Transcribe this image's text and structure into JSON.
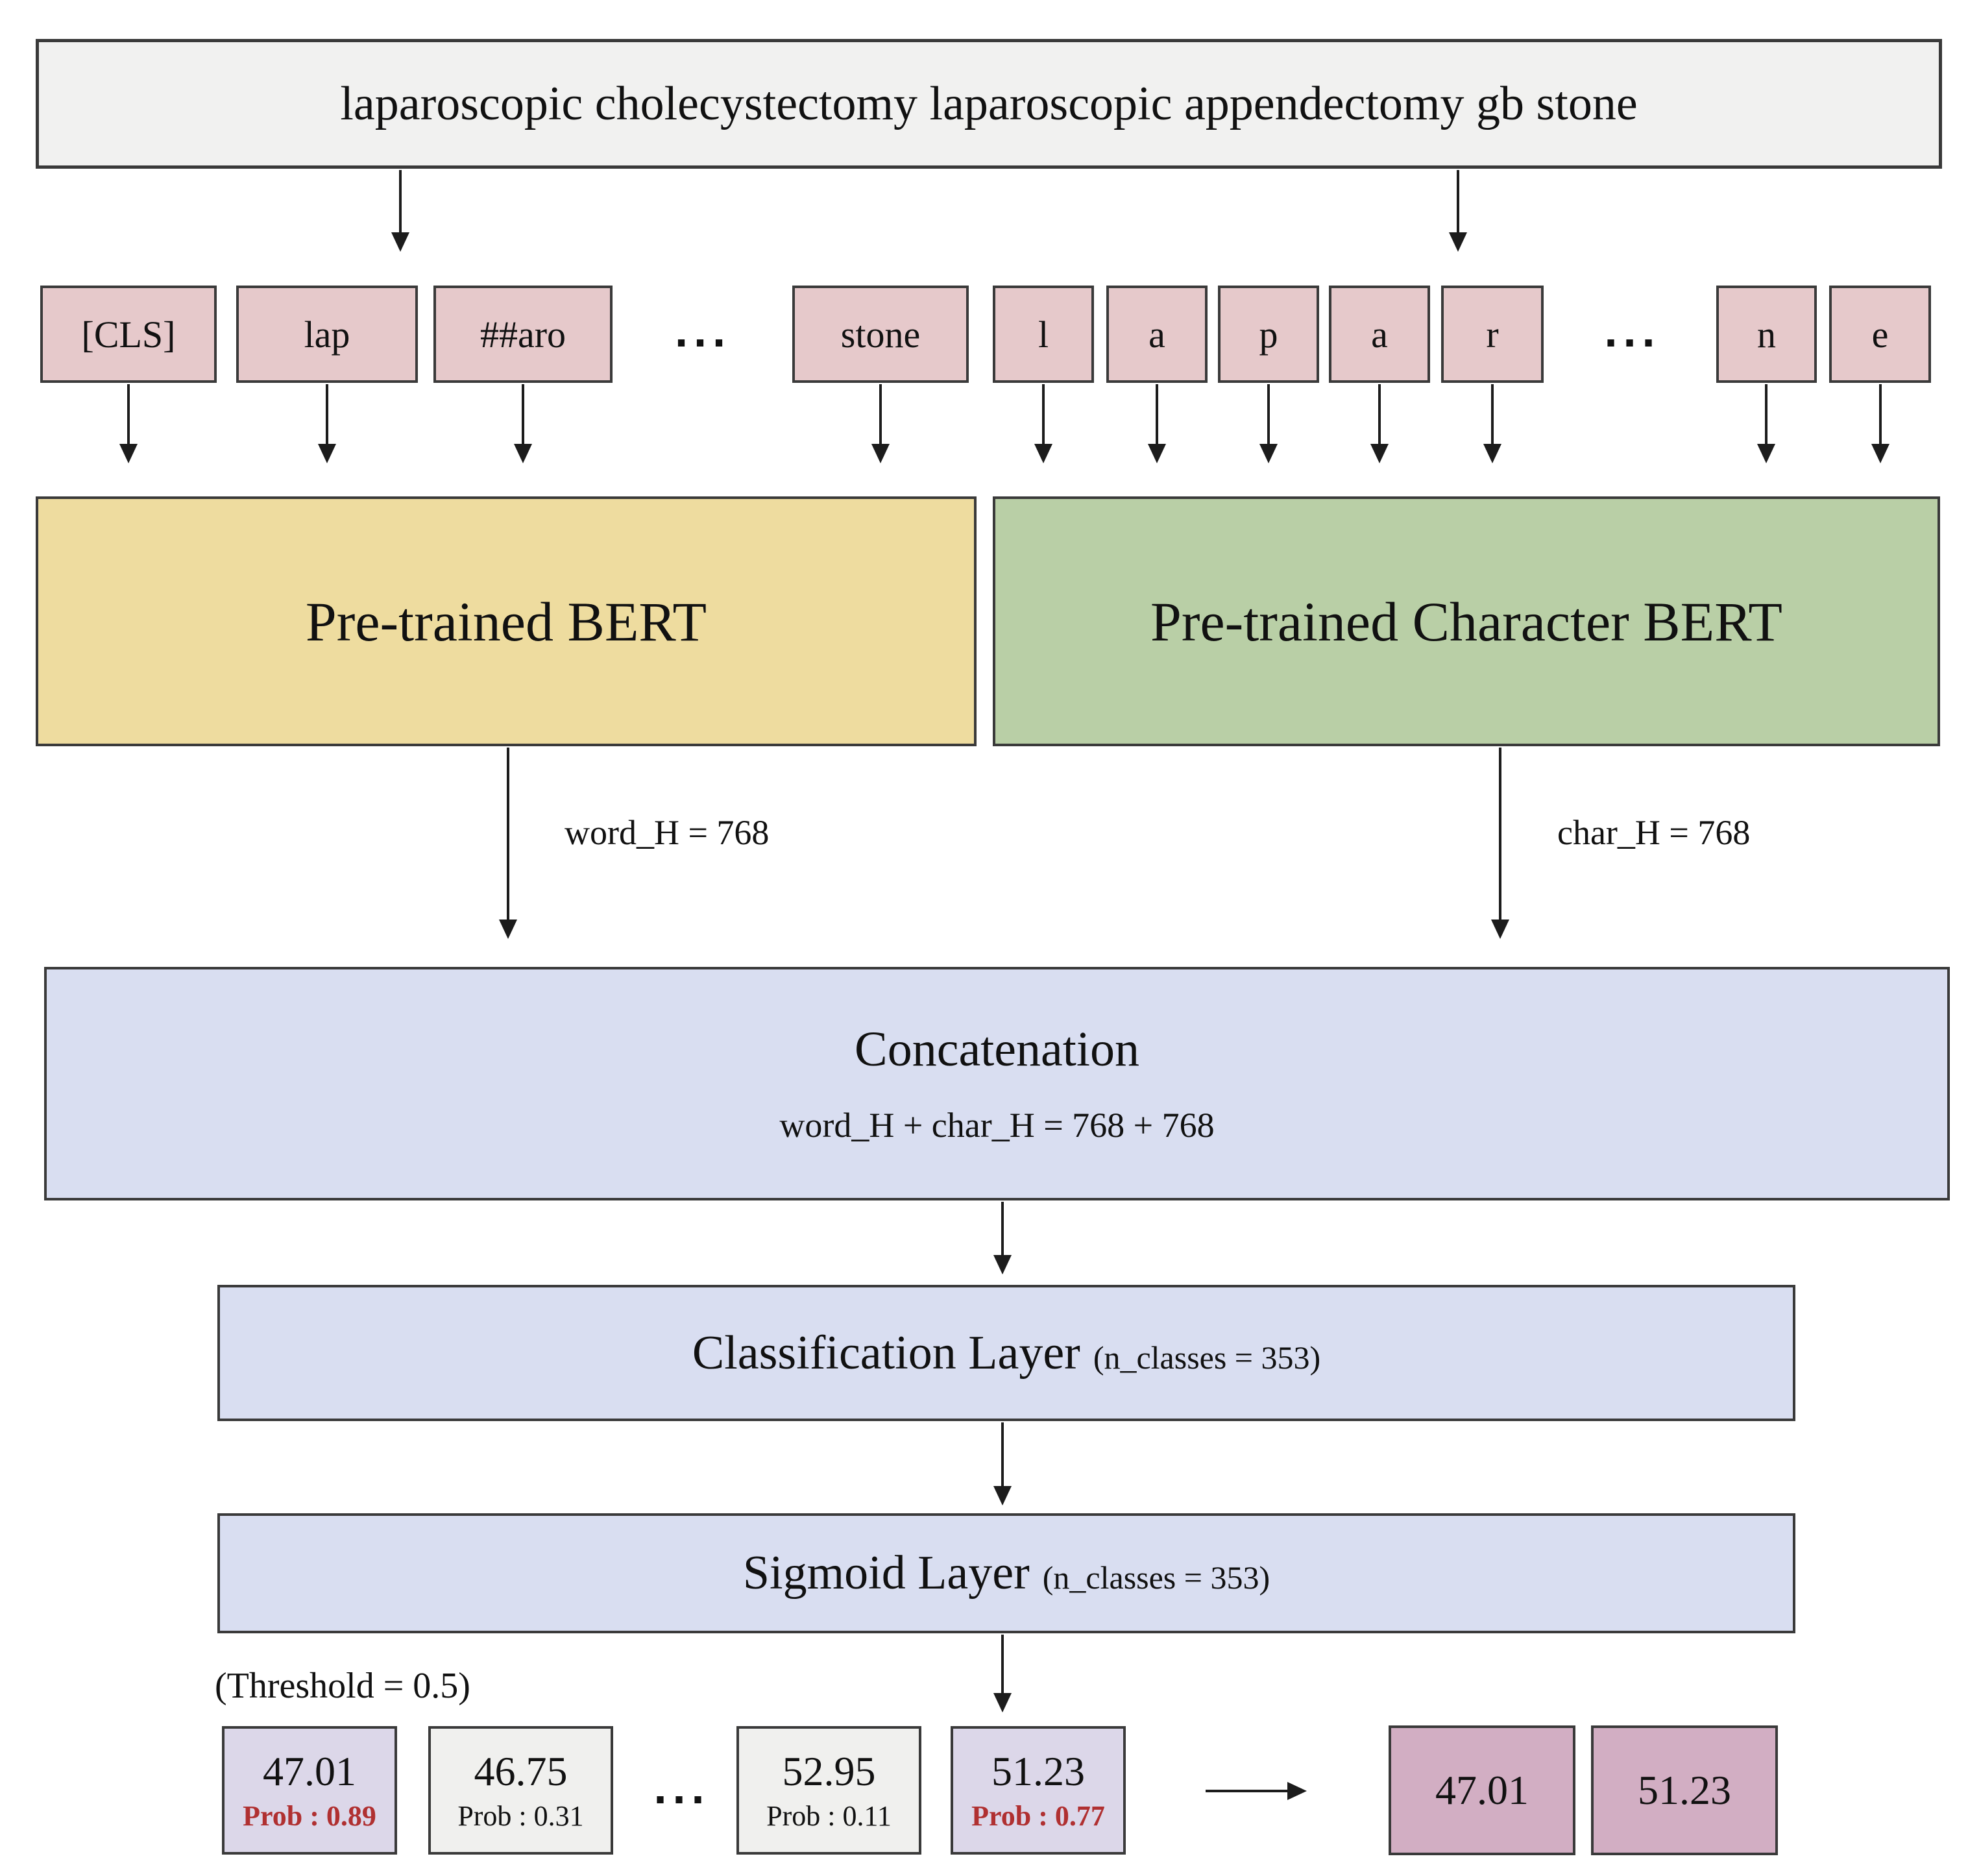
{
  "input_sentence": "laparoscopic cholecystectomy laparoscopic appendectomy gb stone",
  "ellipsis": "...",
  "tokens": {
    "word": [
      "[CLS]",
      "lap",
      "##aro",
      "stone"
    ],
    "char": [
      "l",
      "a",
      "p",
      "a",
      "r",
      "n",
      "e"
    ]
  },
  "encoders": {
    "word": {
      "label": "Pre-trained BERT",
      "hidden_label": "word_H = 768"
    },
    "char": {
      "label": "Pre-trained Character BERT",
      "hidden_label": "char_H = 768"
    }
  },
  "layers": {
    "concatenation": {
      "title": "Concatenation",
      "formula": "word_H + char_H = 768 + 768"
    },
    "classification": {
      "title": "Classification Layer",
      "params": "(n_classes = 353)"
    },
    "sigmoid": {
      "title": "Sigmoid Layer",
      "params": "(n_classes = 353)"
    }
  },
  "threshold_label": "(Threshold = 0.5)",
  "predictions": [
    {
      "code": "47.01",
      "prob_label": "Prob : 0.89",
      "above_threshold": true
    },
    {
      "code": "46.75",
      "prob_label": "Prob : 0.31",
      "above_threshold": false
    },
    {
      "code": "52.95",
      "prob_label": "Prob : 0.11",
      "above_threshold": false
    },
    {
      "code": "51.23",
      "prob_label": "Prob : 0.77",
      "above_threshold": true
    }
  ],
  "final_outputs": [
    "47.01",
    "51.23"
  ],
  "colors": {
    "input_box": "#f1f1f0",
    "token_box": "#e6c9cb",
    "word_bert_box": "#eedc9f",
    "char_bert_box": "#b9cfa6",
    "layer_box": "#d9def1",
    "selected_prediction_box": "#dcd7e9",
    "unselected_prediction_box": "#f0f0ee",
    "final_output_box": "#d2aec3",
    "prob_highlight_text": "#b03031",
    "border": "#3a3a3a"
  }
}
